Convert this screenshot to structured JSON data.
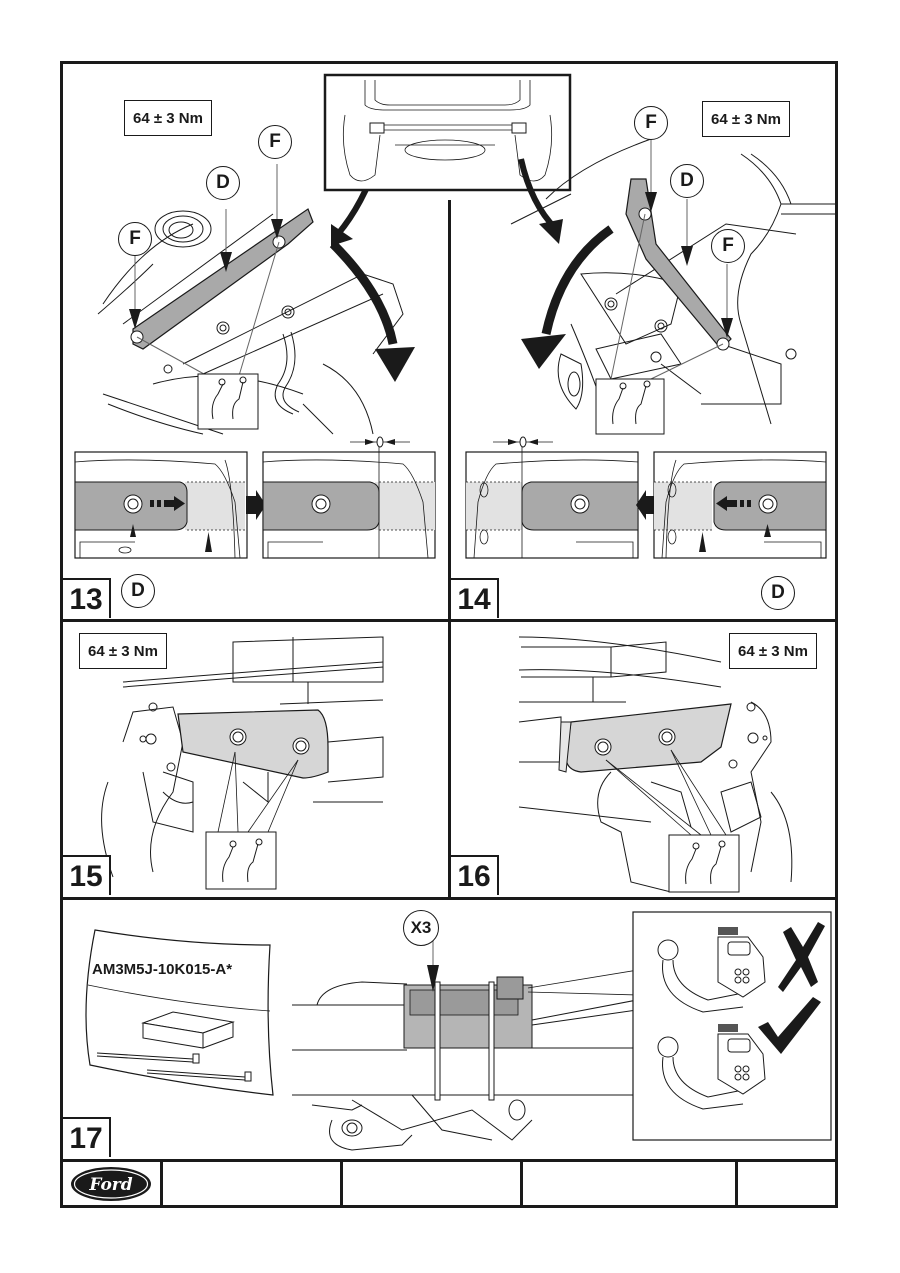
{
  "document": {
    "type": "installation-instructions",
    "brand": "Ford"
  },
  "steps": [
    {
      "number": "13",
      "torque": "64 ± 3 Nm",
      "callouts": [
        "F",
        "D",
        "F",
        "D"
      ],
      "detail_views": [
        "before-alignment",
        "after-alignment"
      ]
    },
    {
      "number": "14",
      "torque": "64 ± 3 Nm",
      "callouts": [
        "F",
        "D",
        "F",
        "D"
      ],
      "detail_views": [
        "after-alignment",
        "before-alignment"
      ]
    },
    {
      "number": "15",
      "torque": "64 ± 3 Nm"
    },
    {
      "number": "16",
      "torque": "64 ± 3 Nm"
    },
    {
      "number": "17",
      "part_number": "AM3M5J-10K015-A*",
      "callout": "X3",
      "correct_mark": "check-mark",
      "incorrect_mark": "cross-mark"
    }
  ],
  "footer": {
    "logo_text": "Ford",
    "cells": [
      "",
      "",
      "",
      ""
    ]
  },
  "colors": {
    "line": "#1a1a1a",
    "part_fill": "#a9a9a9",
    "part_fill_light": "#dcdcdc",
    "background": "#ffffff"
  }
}
